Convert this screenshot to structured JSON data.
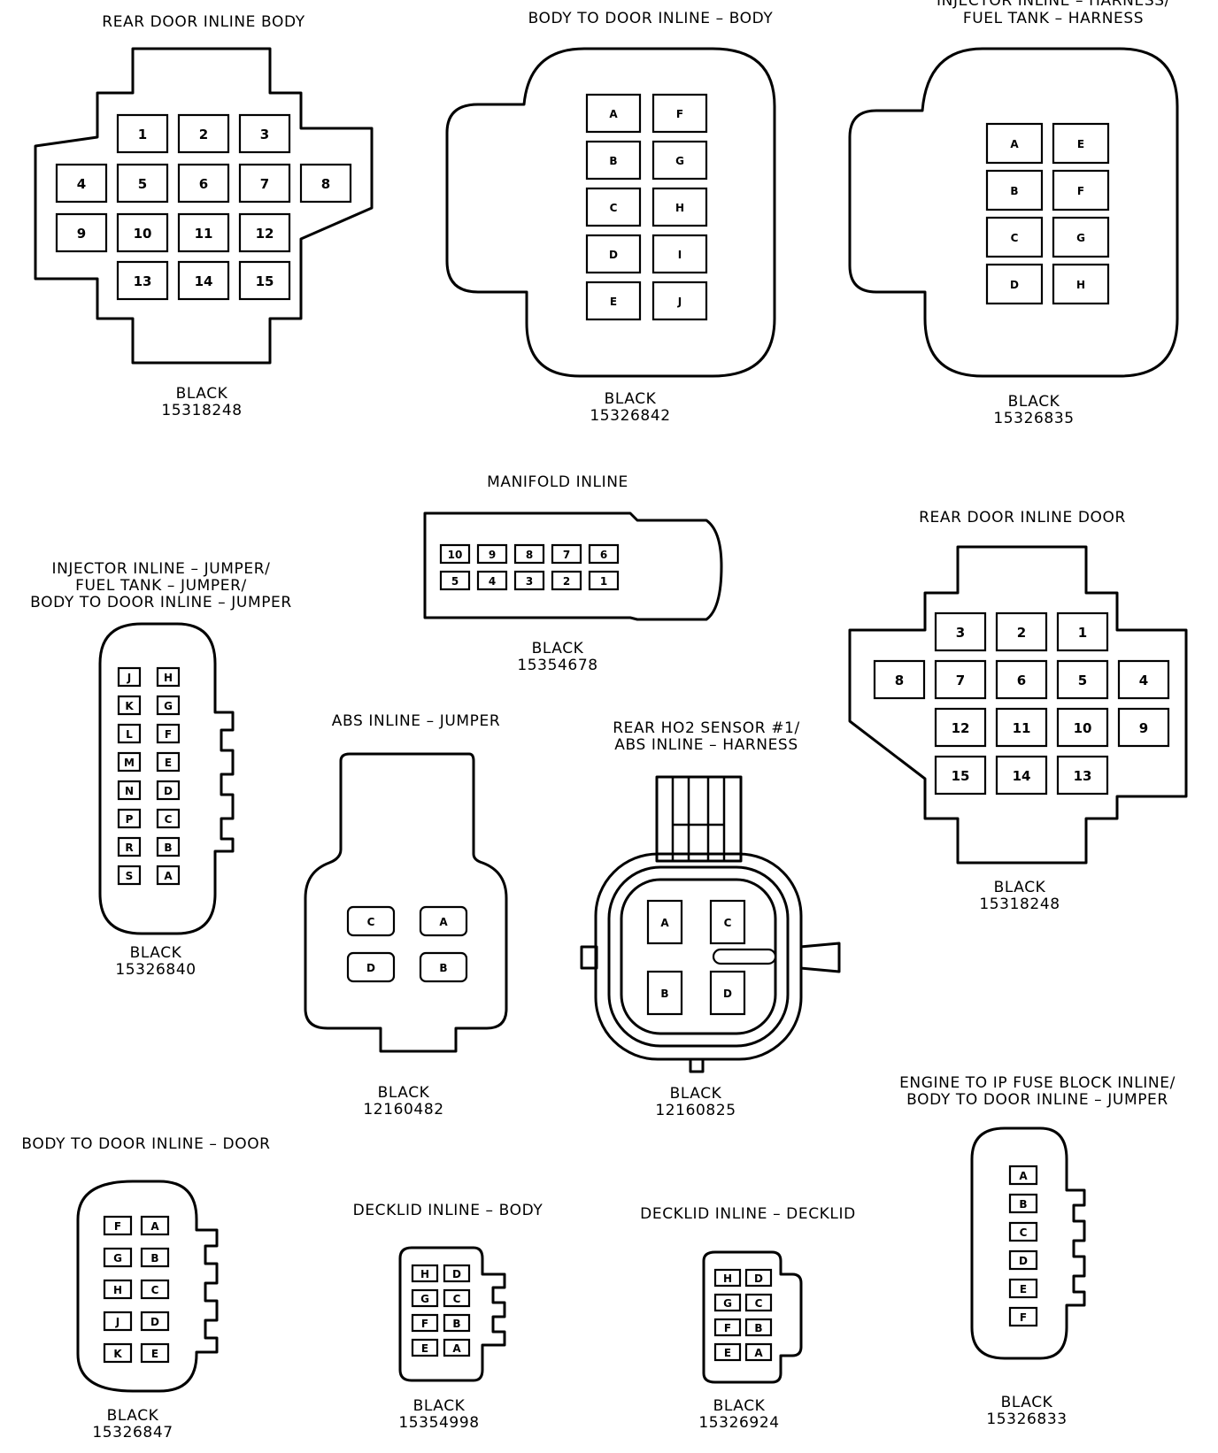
{
  "connectors": {
    "rear_door_inline_body": {
      "title": [
        "REAR DOOR INLINE BODY"
      ],
      "color": "BLACK",
      "part": "15318248",
      "pins": [
        "1",
        "2",
        "3",
        "4",
        "5",
        "6",
        "7",
        "8",
        "9",
        "10",
        "11",
        "12",
        "13",
        "14",
        "15"
      ]
    },
    "body_to_door_inline_body": {
      "title": [
        "BODY TO DOOR INLINE – BODY"
      ],
      "color": "BLACK",
      "part": "15326842",
      "pins": [
        "A",
        "F",
        "B",
        "G",
        "C",
        "H",
        "D",
        "I",
        "E",
        "J"
      ]
    },
    "injector_inline_harness": {
      "title": [
        "INJECTOR INLINE – HARNESS/",
        "FUEL TANK – HARNESS"
      ],
      "color": "BLACK",
      "part": "15326835",
      "pins": [
        "A",
        "E",
        "B",
        "F",
        "C",
        "G",
        "D",
        "H"
      ]
    },
    "manifold_inline": {
      "title": [
        "MANIFOLD INLINE"
      ],
      "color": "BLACK",
      "part": "15354678",
      "pins": [
        "10",
        "9",
        "8",
        "7",
        "6",
        "5",
        "4",
        "3",
        "2",
        "1"
      ]
    },
    "rear_door_inline_door": {
      "title": [
        "REAR DOOR INLINE DOOR"
      ],
      "color": "BLACK",
      "part": "15318248",
      "pins": [
        "3",
        "2",
        "1",
        "8",
        "7",
        "6",
        "5",
        "4",
        "12",
        "11",
        "10",
        "9",
        "15",
        "14",
        "13"
      ]
    },
    "injector_inline_jumper": {
      "title": [
        "INJECTOR INLINE – JUMPER/",
        "FUEL TANK – JUMPER/",
        "BODY TO DOOR INLINE – JUMPER"
      ],
      "color": "BLACK",
      "part": "15326840",
      "pins": [
        "J",
        "H",
        "K",
        "G",
        "L",
        "F",
        "M",
        "E",
        "N",
        "D",
        "P",
        "C",
        "R",
        "B",
        "S",
        "A"
      ]
    },
    "abs_inline_jumper": {
      "title": [
        "ABS INLINE – JUMPER"
      ],
      "color": "BLACK",
      "part": "12160482",
      "pins": [
        "C",
        "A",
        "D",
        "B"
      ]
    },
    "rear_ho2_sensor": {
      "title": [
        "REAR HO2 SENSOR #1/",
        "ABS INLINE – HARNESS"
      ],
      "color": "BLACK",
      "part": "12160825",
      "pins": [
        "A",
        "C",
        "B",
        "D"
      ]
    },
    "engine_to_ip_fuse_block": {
      "title": [
        "ENGINE TO IP FUSE BLOCK INLINE/",
        "BODY TO DOOR INLINE – JUMPER"
      ],
      "color": "BLACK",
      "part": "15326833",
      "pins": [
        "A",
        "B",
        "C",
        "D",
        "E",
        "F"
      ]
    },
    "body_to_door_inline_door": {
      "title": [
        "BODY TO DOOR INLINE – DOOR"
      ],
      "color": "BLACK",
      "part": "15326847",
      "pins": [
        "F",
        "A",
        "G",
        "B",
        "H",
        "C",
        "J",
        "D",
        "K",
        "E"
      ]
    },
    "decklid_inline_body": {
      "title": [
        "DECKLID INLINE – BODY"
      ],
      "color": "BLACK",
      "part": "15354998",
      "pins": [
        "H",
        "D",
        "G",
        "C",
        "F",
        "B",
        "E",
        "A"
      ]
    },
    "decklid_inline_decklid": {
      "title": [
        "DECKLID INLINE – DECKLID"
      ],
      "color": "BLACK",
      "part": "15326924",
      "pins": [
        "H",
        "D",
        "G",
        "C",
        "F",
        "B",
        "E",
        "A"
      ]
    }
  }
}
